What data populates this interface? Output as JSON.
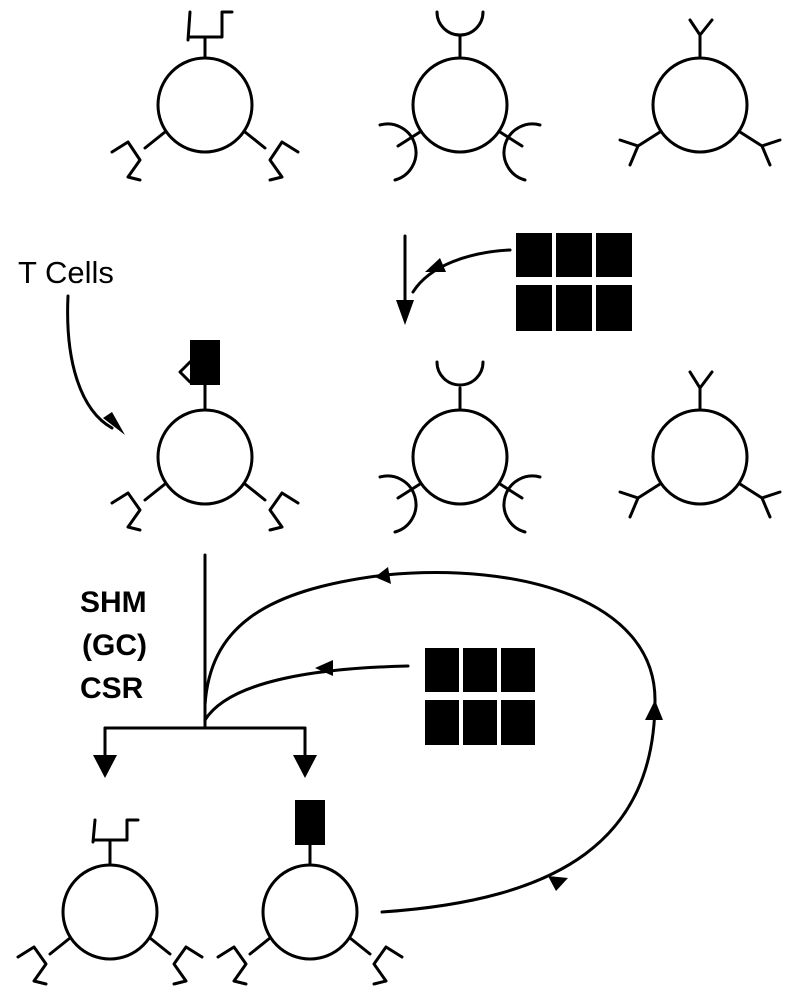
{
  "labels": {
    "t_cells": "T Cells",
    "shm": "SHM",
    "gc": "(GC)",
    "csr": "CSR"
  },
  "colors": {
    "ink": "#000000",
    "background": "#ffffff"
  }
}
